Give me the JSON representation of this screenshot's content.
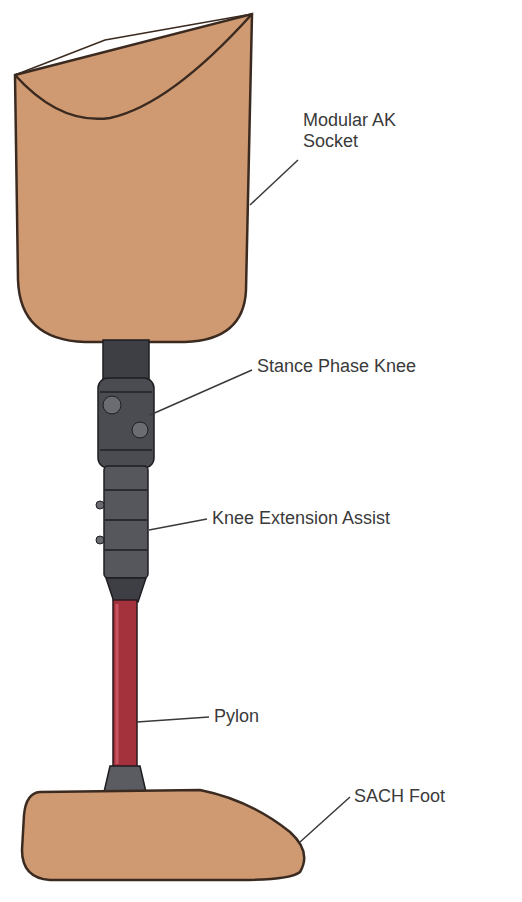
{
  "diagram": {
    "labels": [
      "Modular AK Socket",
      "Stance Phase Knee",
      "Knee Extension Assist",
      "Pylon",
      "SACH Foot"
    ]
  }
}
